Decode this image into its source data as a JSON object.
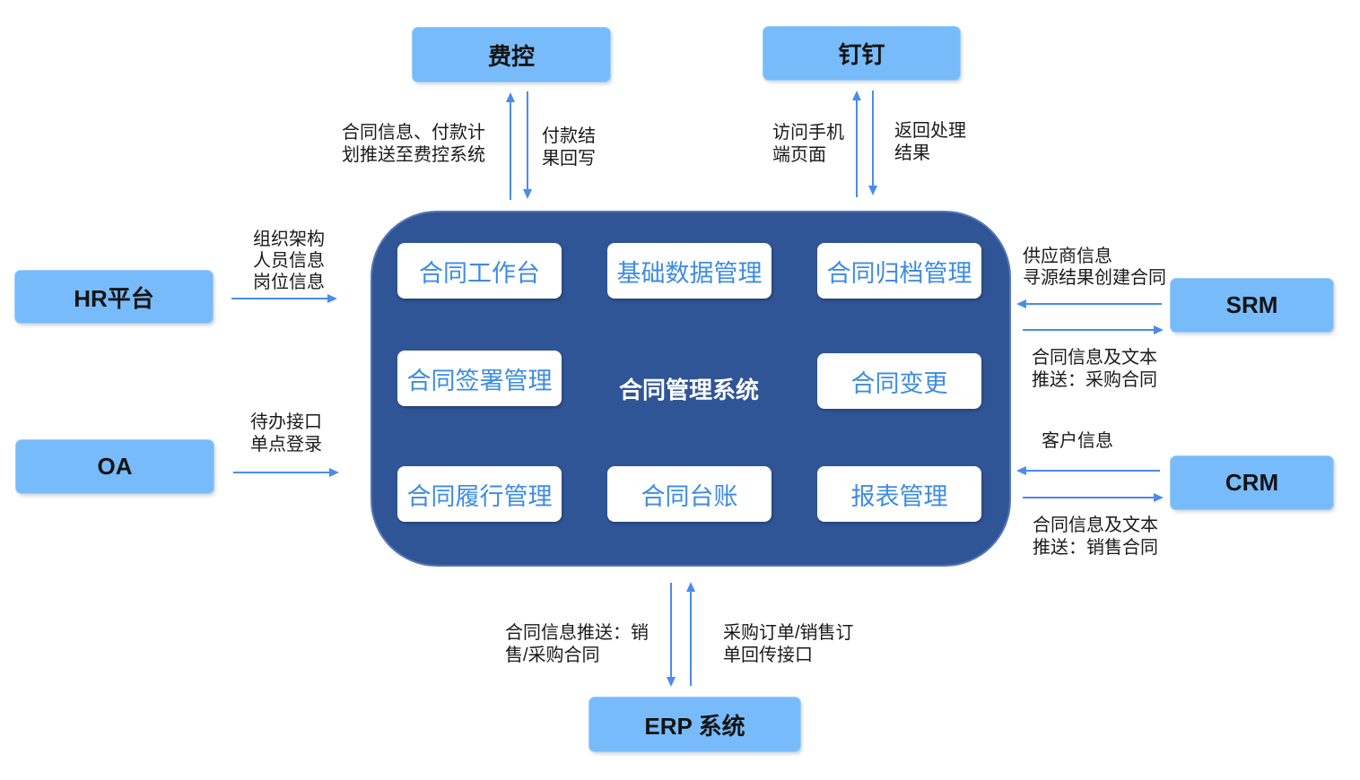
{
  "center": {
    "title": "合同管理系统",
    "modules": [
      "合同工作台",
      "基础数据管理",
      "合同归档管理",
      "合同签署管理",
      "合同变更",
      "合同履行管理",
      "合同台账",
      "报表管理"
    ]
  },
  "systems": {
    "fk": "费控",
    "dd": "钉钉",
    "hr": "HR平台",
    "oa": "OA",
    "srm": "SRM",
    "crm": "CRM",
    "erp": "ERP 系统"
  },
  "edges": {
    "fk_up": [
      "合同信息、付款计",
      "划推送至费控系统"
    ],
    "fk_down": [
      "付款结",
      "果回写"
    ],
    "dd_up": [
      "访问手机",
      "端页面"
    ],
    "dd_down": [
      "返回处理",
      "结果"
    ],
    "hr": [
      "组织架构",
      "人员信息",
      "岗位信息"
    ],
    "oa": [
      "待办接口",
      "单点登录"
    ],
    "srm_in": [
      "供应商信息",
      "寻源结果创建合同"
    ],
    "srm_out": [
      "合同信息及文本",
      "推送：采购合同"
    ],
    "crm_in": [
      "客户信息"
    ],
    "crm_out": [
      "合同信息及文本",
      "推送：销售合同"
    ],
    "erp_down": [
      "合同信息推送：销",
      "售/采购合同"
    ],
    "erp_up": [
      "采购订单/销售订",
      "单回传接口"
    ]
  },
  "colors": {
    "system_box": "#78BBFB",
    "core": "#2F5597",
    "module_text": "#3D8BE6",
    "arrow": "#4A8BEE"
  }
}
